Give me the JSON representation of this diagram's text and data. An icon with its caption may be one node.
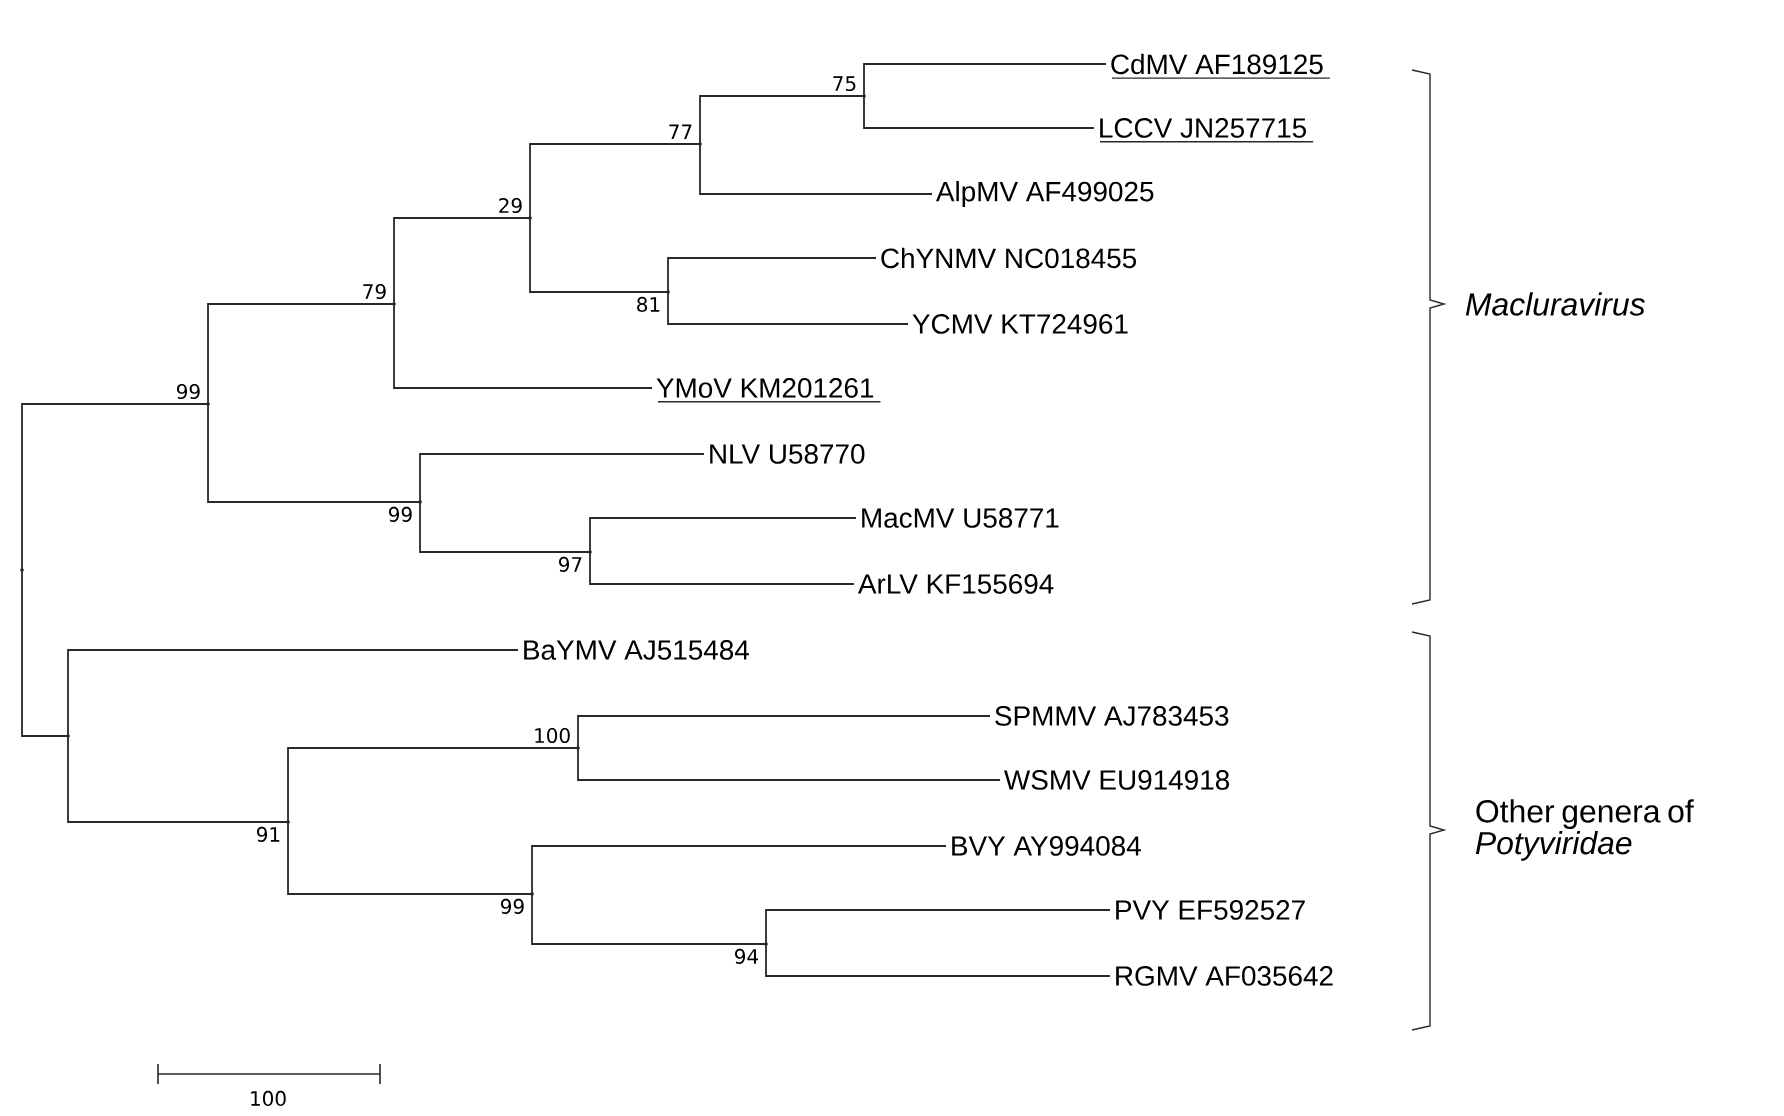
{
  "diagram": {
    "nodes": [
      {
        "text": [
          "CdMV AF189125"
        ]
      },
      {
        "text": [
          "LCCV JN257715"
        ]
      },
      {
        "text": [
          "AlpMV AF499025"
        ]
      },
      {
        "text": [
          "ChYNMV NC018455"
        ]
      },
      {
        "text": [
          "YCMV KT724961"
        ]
      },
      {
        "text": [
          "YMoV KM201261"
        ]
      },
      {
        "text": [
          "NLV U58770"
        ]
      },
      {
        "text": [
          "MacMV U58771"
        ]
      },
      {
        "text": [
          "ArLV KF155694"
        ]
      },
      {
        "text": [
          "BaYMV AJ515484"
        ]
      },
      {
        "text": [
          "SPMMV AJ783453"
        ]
      },
      {
        "text": [
          "WSMV EU914918"
        ]
      },
      {
        "text": [
          "BVY AY994084"
        ]
      },
      {
        "text": [
          "PVY EF592527"
        ]
      },
      {
        "text": [
          "RGMV AF035642"
        ]
      },
      {
        "text": [],
        "shape": "point",
        "beside": [
          "75"
        ]
      },
      {
        "text": [],
        "shape": "point",
        "beside": [
          "77"
        ]
      },
      {
        "text": [],
        "shape": "point",
        "beside": [
          "29"
        ]
      },
      {
        "text": [],
        "shape": "point",
        "beside": [
          "81"
        ]
      },
      {
        "text": [],
        "shape": "point",
        "beside": [
          "79"
        ]
      },
      {
        "text": [],
        "shape": "point",
        "beside": [
          "99"
        ]
      },
      {
        "text": [],
        "shape": "point",
        "beside": [
          "99"
        ]
      },
      {
        "text": [],
        "shape": "point",
        "beside": [
          "97"
        ]
      },
      {
        "text": [],
        "shape": "point"
      },
      {
        "text": [],
        "shape": "point"
      },
      {
        "text": [],
        "shape": "point",
        "beside": [
          "100"
        ]
      },
      {
        "text": [],
        "shape": "point",
        "beside": [
          "91"
        ]
      },
      {
        "text": [],
        "shape": "point",
        "beside": [
          "99"
        ]
      },
      {
        "text": [],
        "shape": "point",
        "beside": [
          "94"
        ]
      }
    ],
    "edges": [
      {
        "from": 15,
        "to": 0,
        "arrow": "none"
      },
      {
        "from": 15,
        "to": 1,
        "arrow": "none"
      },
      {
        "from": 16,
        "to": 15,
        "arrow": "none"
      },
      {
        "from": 16,
        "to": 2,
        "arrow": "none"
      },
      {
        "from": 17,
        "to": 16,
        "arrow": "none"
      },
      {
        "from": 17,
        "to": 18,
        "arrow": "none"
      },
      {
        "from": 18,
        "to": 3,
        "arrow": "none"
      },
      {
        "from": 18,
        "to": 4,
        "arrow": "none"
      },
      {
        "from": 19,
        "to": 17,
        "arrow": "none"
      },
      {
        "from": 19,
        "to": 5,
        "arrow": "none"
      },
      {
        "from": 20,
        "to": 19,
        "arrow": "none"
      },
      {
        "from": 20,
        "to": 21,
        "arrow": "none"
      },
      {
        "from": 21,
        "to": 6,
        "arrow": "none"
      },
      {
        "from": 21,
        "to": 22,
        "arrow": "none"
      },
      {
        "from": 22,
        "to": 7,
        "arrow": "none"
      },
      {
        "from": 22,
        "to": 8,
        "arrow": "none"
      },
      {
        "from": 23,
        "to": 20,
        "arrow": "none"
      },
      {
        "from": 23,
        "to": 24,
        "arrow": "none"
      },
      {
        "from": 24,
        "to": 9,
        "arrow": "none"
      },
      {
        "from": 24,
        "to": 26,
        "arrow": "none"
      },
      {
        "from": 26,
        "to": 25,
        "arrow": "none"
      },
      {
        "from": 25,
        "to": 10,
        "arrow": "none"
      },
      {
        "from": 25,
        "to": 11,
        "arrow": "none"
      },
      {
        "from": 26,
        "to": 27,
        "arrow": "none"
      },
      {
        "from": 27,
        "to": 12,
        "arrow": "none"
      },
      {
        "from": 27,
        "to": 28,
        "arrow": "none"
      },
      {
        "from": 28,
        "to": 13,
        "arrow": "none"
      },
      {
        "from": 28,
        "to": 14,
        "arrow": "none"
      }
    ],
    "labels": [
      "Macluravirus",
      "Other genera of *Potyviridae*",
      "100"
    ]
  }
}
